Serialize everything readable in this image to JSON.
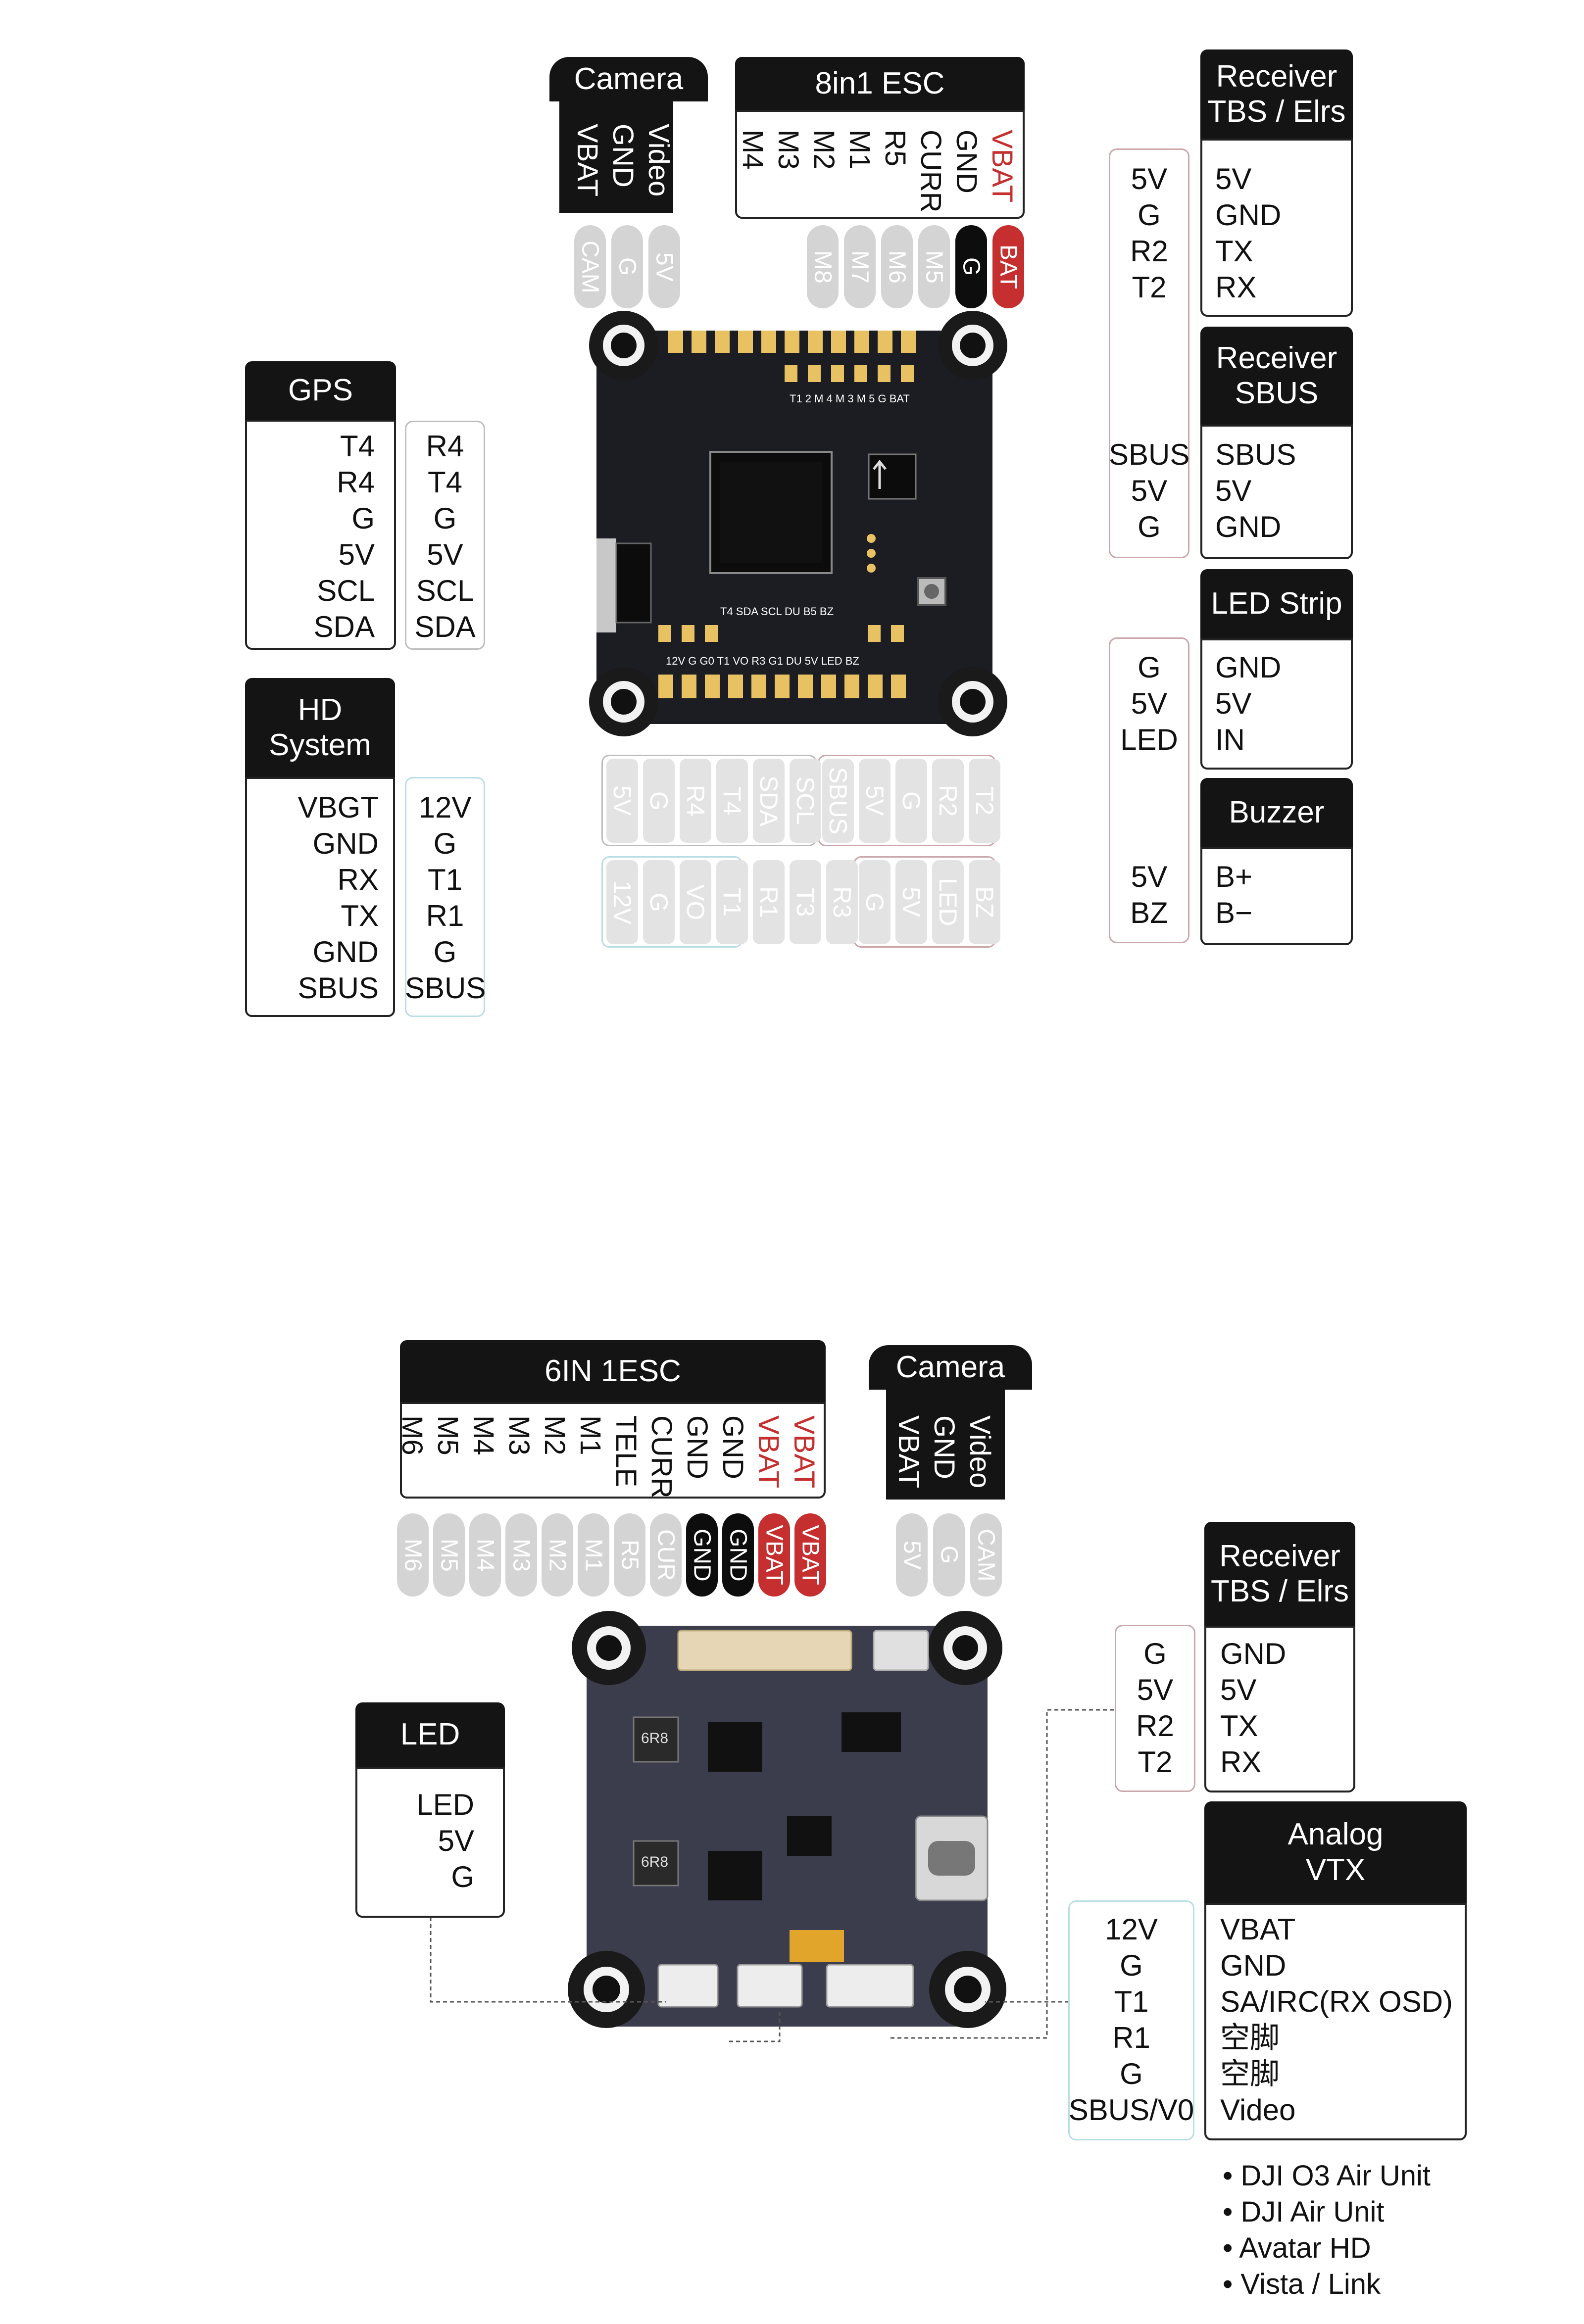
{
  "top": {
    "camera": {
      "title": "Camera",
      "pins": [
        "VBAT",
        "GND",
        "Video"
      ],
      "pads": [
        "5V",
        "G",
        "CAM"
      ]
    },
    "esc": {
      "title": "8in1 ESC",
      "pins": [
        "VBAT",
        "GND",
        "CURR",
        "R5",
        "M1",
        "M2",
        "M3",
        "M4"
      ],
      "pads": [
        "BAT",
        "G",
        "M5",
        "M6",
        "M7",
        "M8"
      ]
    },
    "receiver_tbs": {
      "title_line1": "Receiver",
      "title_line2": "TBS / Elrs",
      "pins": [
        "5V",
        "GND",
        "TX",
        "RX"
      ]
    },
    "receiver_sbus": {
      "title_line1": "Receiver",
      "title_line2": "SBUS",
      "pins": [
        "SBUS",
        "5V",
        "GND"
      ]
    },
    "led_strip": {
      "title": "LED Strip",
      "pins": [
        "GND",
        "5V",
        "IN"
      ]
    },
    "buzzer": {
      "title": "Buzzer",
      "pins": [
        "B+",
        "B−"
      ]
    },
    "right_fc_labels": [
      "5V",
      "G",
      "R2",
      "T2",
      "SBUS",
      "5V",
      "G"
    ],
    "right_fc_labels2": [
      "G",
      "5V",
      "LED",
      "5V",
      "BZ"
    ],
    "gps": {
      "title": "GPS",
      "pins": [
        "T4",
        "R4",
        "G",
        "5V",
        "SCL",
        "SDA"
      ],
      "fc": [
        "R4",
        "T4",
        "G",
        "5V",
        "SCL",
        "SDA"
      ]
    },
    "hd": {
      "title_line1": "HD",
      "title_line2": "System",
      "pins": [
        "VBGT",
        "GND",
        "RX",
        "TX",
        "GND",
        "SBUS"
      ],
      "fc": [
        "12V",
        "G",
        "T1",
        "R1",
        "G",
        "SBUS"
      ]
    },
    "bottom_row1": [
      "5V",
      "G",
      "R4",
      "T4",
      "SDA",
      "SCL",
      "SBUS",
      "5V",
      "G",
      "R2",
      "T2"
    ],
    "bottom_row2": [
      "12V",
      "G",
      "VO",
      "T1",
      "R1",
      "T3",
      "R3",
      "G",
      "5V",
      "LED",
      "BZ"
    ]
  },
  "bottom": {
    "esc": {
      "title": "6IN 1ESC",
      "pins": [
        "VBAT",
        "VBAT",
        "GND",
        "GND",
        "CURR",
        "TELE",
        "M1",
        "M2",
        "M3",
        "M4",
        "M5",
        "M6"
      ],
      "pads": [
        "VBAT",
        "VBAT",
        "GND",
        "GND",
        "CUR",
        "R5",
        "M1",
        "M2",
        "M3",
        "M4",
        "M5",
        "M6"
      ]
    },
    "camera": {
      "title": "Camera",
      "pins": [
        "Video",
        "GND",
        "VBAT"
      ],
      "pads": [
        "CAM",
        "G",
        "5V"
      ]
    },
    "receiver_tbs": {
      "title_line1": "Receiver",
      "title_line2": "TBS / Elrs",
      "pins": [
        "GND",
        "5V",
        "TX",
        "RX"
      ],
      "fc": [
        "G",
        "5V",
        "R2",
        "T2"
      ]
    },
    "led": {
      "title": "LED",
      "pins": [
        "LED",
        "5V",
        "G"
      ]
    },
    "analog_vtx": {
      "title_line1": "Analog",
      "title_line2": "VTX",
      "pins": [
        "VBAT",
        "GND",
        "SA/IRC(RX OSD)",
        "空脚",
        "空脚",
        "Video"
      ],
      "fc": [
        "12V",
        "G",
        "T1",
        "R1",
        "G",
        "SBUS/V0"
      ]
    },
    "compat": [
      "• DJI O3 Air Unit",
      "• DJI Air Unit",
      "• Avatar HD",
      "• Vista / Link"
    ]
  },
  "board_marks": {
    "inductor": "6R8"
  },
  "colors": {
    "dark": "#141414",
    "red": "#c62f2f",
    "pad_gray": "#d4d4d4",
    "board": "#1c1d22",
    "gold": "#e7c162"
  }
}
